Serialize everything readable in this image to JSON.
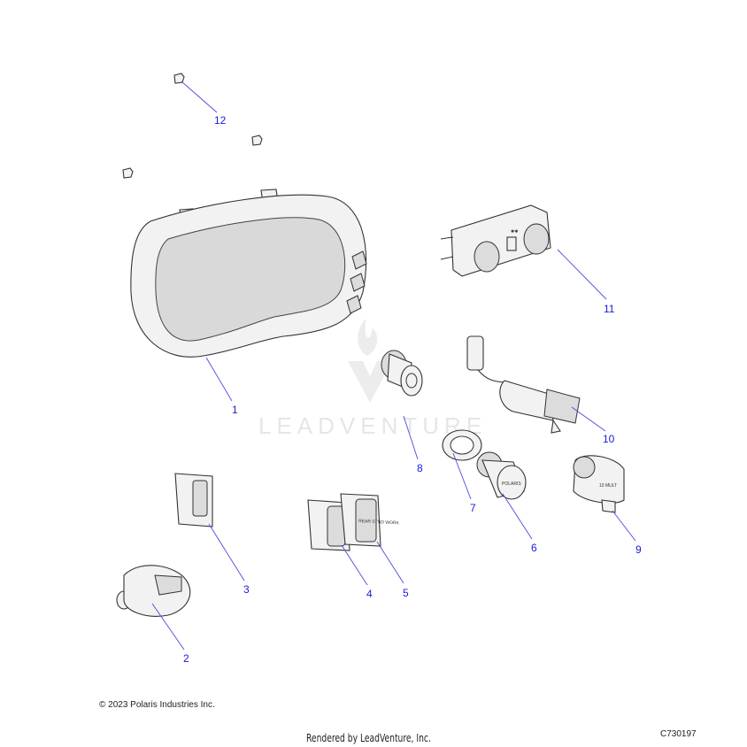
{
  "diagram": {
    "watermark": "LEADVENTURE",
    "callouts": [
      {
        "id": "1",
        "label": "1"
      },
      {
        "id": "2",
        "label": "2"
      },
      {
        "id": "3",
        "label": "3"
      },
      {
        "id": "4",
        "label": "4"
      },
      {
        "id": "5",
        "label": "5"
      },
      {
        "id": "6",
        "label": "6"
      },
      {
        "id": "7",
        "label": "7"
      },
      {
        "id": "8",
        "label": "8"
      },
      {
        "id": "9",
        "label": "9"
      },
      {
        "id": "10",
        "label": "10"
      },
      {
        "id": "11",
        "label": "11"
      },
      {
        "id": "12",
        "label": "12"
      }
    ],
    "part_text": {
      "switch5": "REAR STND WORK",
      "outlet9": "10 MULT",
      "outlet6": "POLARIS"
    }
  },
  "footer": {
    "copyright": "© 2023 Polaris Industries Inc.",
    "rendered_by": "Rendered by LeadVenture, Inc.",
    "diagram_id": "C730197"
  },
  "colors": {
    "callout": "#1a1adb",
    "leader": "#4a4adf"
  }
}
